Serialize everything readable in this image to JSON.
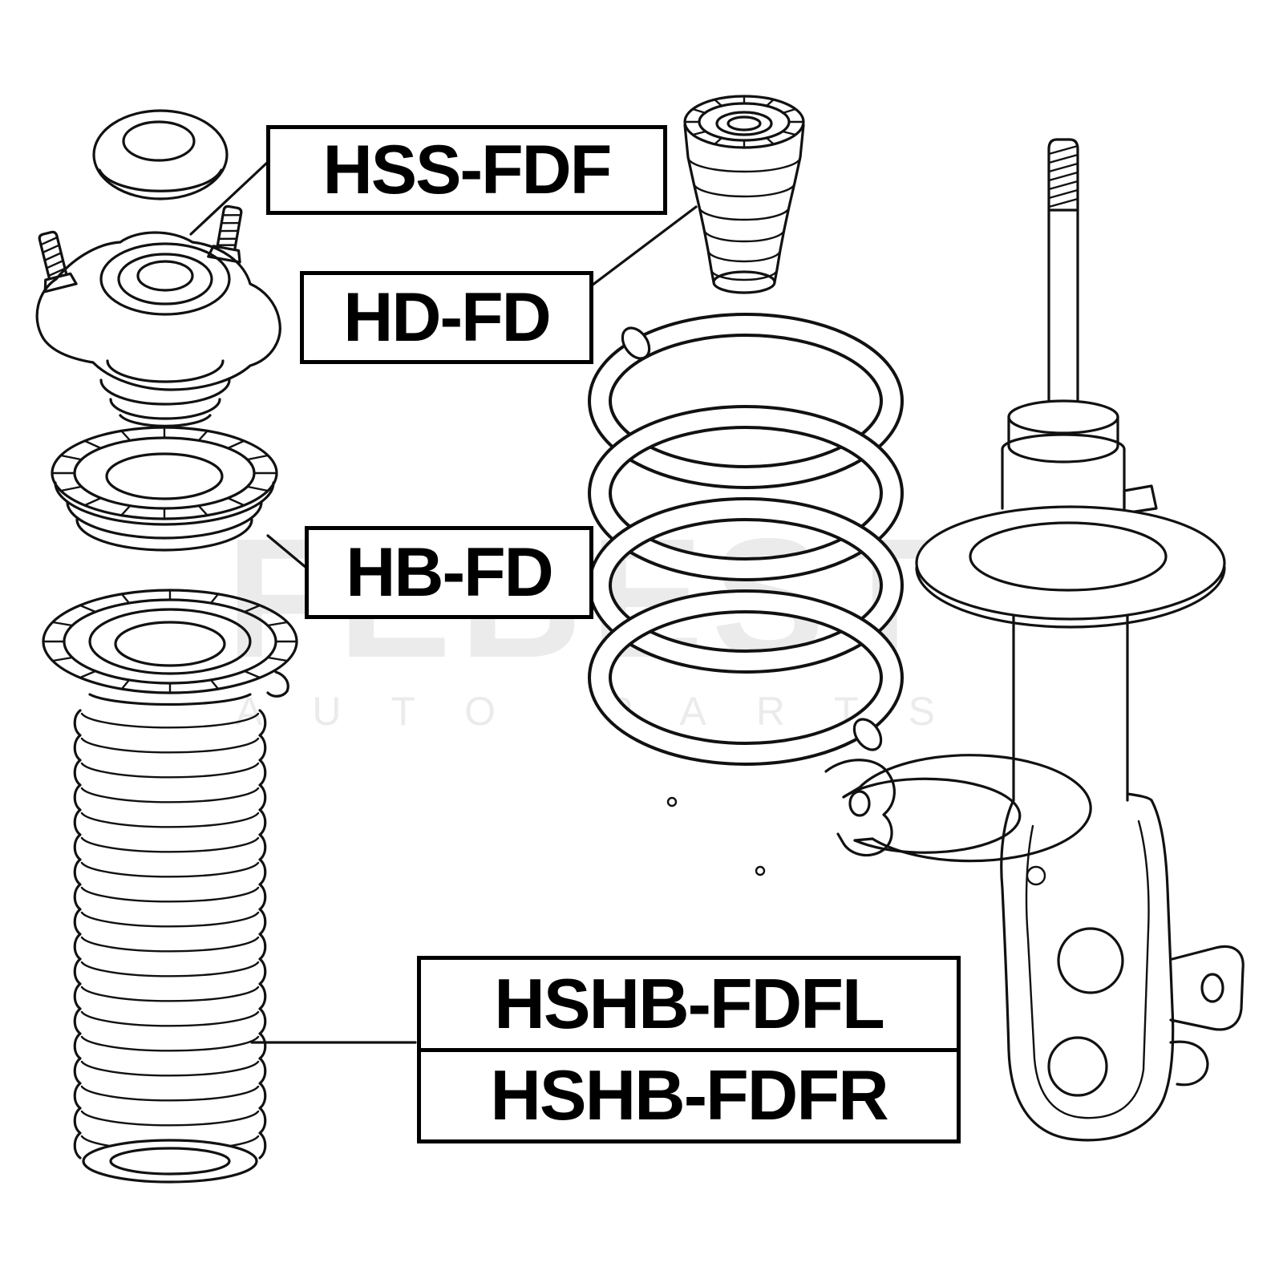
{
  "watermark": {
    "line1": "FEBEST",
    "line2": "AUTO PARTS"
  },
  "labels": {
    "hss_fdf": "HSS-FDF",
    "hd_fd": "HD-FD",
    "hb_fd": "HB-FD",
    "hshb_fdfl": "HSHB-FDFL",
    "hshb_fdfr": "HSHB-FDFR"
  },
  "colors": {
    "background": "#ffffff",
    "line": "#111111",
    "label_text": "#000000",
    "watermark": "#ebebeb"
  }
}
